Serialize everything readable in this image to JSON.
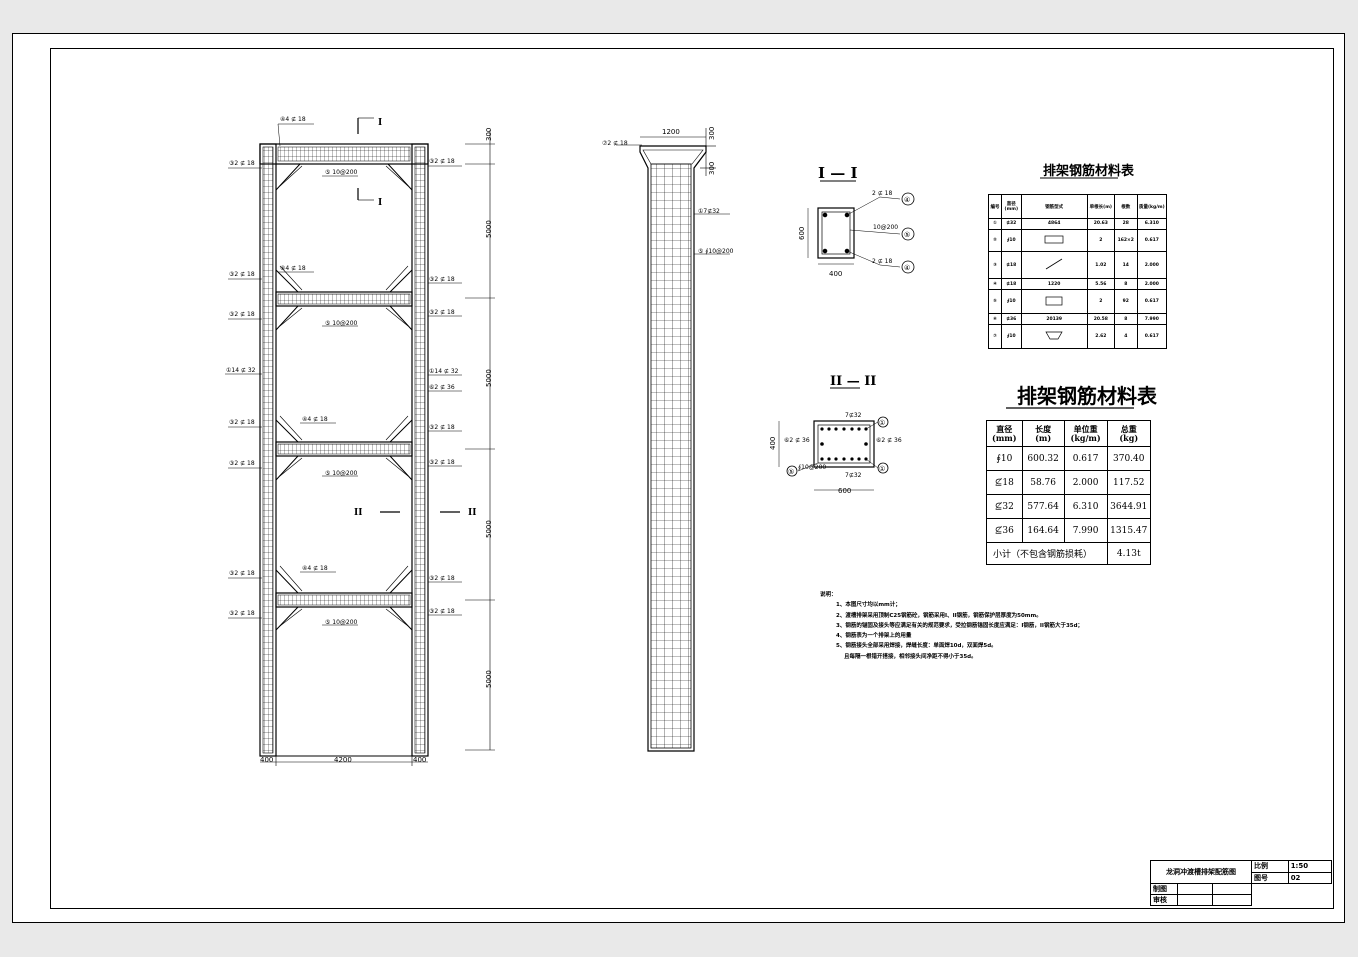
{
  "frame_labels": {
    "bar4_18": "④4 ⊈ 18",
    "bar3_2_18": "③2 ⊈ 18",
    "bar5": "⑤ 10@200",
    "bar1": "①14 ⊈ 32",
    "bar6": "⑥2 ⊈ 36",
    "sec1": "I",
    "sec2": "II",
    "dim300": "300",
    "dim5000": "5000",
    "dim400": "400",
    "dim4200": "4200"
  },
  "column_labels": {
    "dim1200": "1200",
    "dim300a": "300",
    "dim300b": "300",
    "bar7": "⑦2 ⊈ 18",
    "bar1": "①7⊈32",
    "bar5": "⑤ ∮10@200"
  },
  "section1": {
    "title": "I — I",
    "top": "2 ⊈ 18",
    "mid": "10@200",
    "bot": "2 ⊈ 18",
    "h": "600",
    "w": "400",
    "m4a": "④",
    "m5": "⑤",
    "m4b": "④"
  },
  "section2": {
    "title": "II — II",
    "top": "7⊈32",
    "bot": "7⊈32",
    "left": "⑥2 ⊈ 36",
    "right": "⑥2 ⊈ 36",
    "stir": "∮10@200",
    "h": "400",
    "w": "600",
    "m1a": "①",
    "m1b": "①",
    "m5": "⑤"
  },
  "table1": {
    "title": "排架钢筋材料表",
    "headers": [
      "编号",
      "直径(mm)",
      "钢筋型式",
      "单根长(m)",
      "根数",
      "质量(kg/m)"
    ],
    "rows": [
      [
        "①",
        "⊈32",
        "4864",
        "20.63",
        "28",
        "6.310"
      ],
      [
        "②",
        "∮10",
        "",
        "2",
        "162×2",
        "0.617"
      ],
      [
        "③",
        "⊈18",
        "",
        "1.02",
        "14",
        "2.000"
      ],
      [
        "④",
        "⊈18",
        "1220",
        "5.56",
        "8",
        "2.000"
      ],
      [
        "⑤",
        "∮10",
        "",
        "2",
        "92",
        "0.617"
      ],
      [
        "⑥",
        "⊈36",
        "20139",
        "20.58",
        "8",
        "7.990"
      ],
      [
        "⑦",
        "∮10",
        "",
        "2.62",
        "4",
        "0.617"
      ]
    ]
  },
  "table2": {
    "title": "排架钢筋材料表",
    "headers": [
      "直径\n(mm)",
      "长度\n(m)",
      "单位重\n(kg/m)",
      "总重\n(kg)"
    ],
    "rows": [
      [
        "∮10",
        "600.32",
        "0.617",
        "370.40"
      ],
      [
        "⊈18",
        "58.76",
        "2.000",
        "117.52"
      ],
      [
        "⊈32",
        "577.64",
        "6.310",
        "3644.91"
      ],
      [
        "⊈36",
        "164.64",
        "7.990",
        "1315.47"
      ]
    ],
    "subtotal_label": "小计（不包含钢筋损耗）",
    "subtotal_value": "4.13t"
  },
  "notes": {
    "head": "说明：",
    "l1": "1、本图尺寸均以mm计；",
    "l2": "2、渡槽排架采用顶制C25钢筋砼，钢筋采用I、II钢筋，钢筋保护层厚度为50mm。",
    "l3": "3、钢筋的锚固及接头等应满足有关的规范要求，受拉钢筋锚固长度应满足：I钢筋，II钢筋大于35d；",
    "l4": "4、钢筋表为一个排架上的用量",
    "l5": "5、钢筋接头全部采用焊接，焊缝长度：单面焊10d，双面焊5d。",
    "l6": "且每隔一根错开搭接，相邻接头间净距不得小于35d。"
  },
  "title_block": {
    "name": "龙洞冲渡槽排架配筋图",
    "scale_label": "比例",
    "scale": "1:50",
    "no_label": "图号",
    "no": "02",
    "draw": "制图",
    "check": "审核"
  }
}
